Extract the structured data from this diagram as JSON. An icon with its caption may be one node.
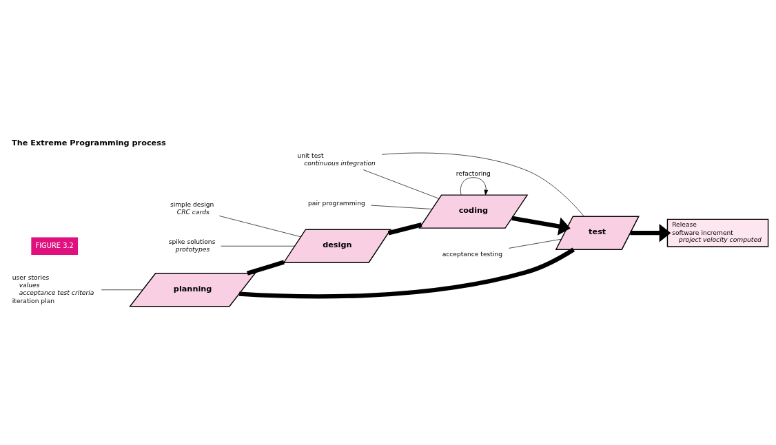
{
  "diagram": {
    "title": "The Extreme Programming process",
    "nodes": [
      {
        "text": [
          "planning"
        ]
      },
      {
        "text": [
          "design"
        ]
      },
      {
        "text": [
          "coding"
        ]
      },
      {
        "text": [
          "test"
        ]
      },
      {
        "text": [
          "Release",
          "software increment",
          "project velocity computed"
        ]
      },
      {
        "text": [
          "user stories",
          "values",
          "acceptance test criteria",
          "iteration plan"
        ]
      },
      {
        "text": [
          "simple design",
          "CRC cards"
        ]
      },
      {
        "text": [
          "spike solutions",
          "prototypes"
        ]
      },
      {
        "text": [
          "pair programming"
        ]
      },
      {
        "text": [
          "unit test",
          "continuous integration"
        ]
      },
      {
        "text": [
          "acceptance testing"
        ]
      }
    ],
    "edges": [
      {
        "from": 0,
        "to": 1,
        "arrow": "none",
        "style": "thick"
      },
      {
        "from": 1,
        "to": 2,
        "arrow": "none",
        "style": "thick"
      },
      {
        "from": 2,
        "to": 3,
        "arrow": "to",
        "style": "thick"
      },
      {
        "from": 3,
        "to": 0,
        "arrow": "none",
        "style": "thick"
      },
      {
        "from": 3,
        "to": 4,
        "arrow": "to",
        "style": "thick"
      },
      {
        "from": 2,
        "to": 2,
        "arrow": "to",
        "label": "refactoring"
      },
      {
        "from": 5,
        "to": 0,
        "arrow": "none"
      },
      {
        "from": 6,
        "to": 1,
        "arrow": "none"
      },
      {
        "from": 7,
        "to": 1,
        "arrow": "none"
      },
      {
        "from": 8,
        "to": 2,
        "arrow": "none"
      },
      {
        "from": 9,
        "to": 3,
        "arrow": "none"
      },
      {
        "from": 9,
        "to": 2,
        "arrow": "none"
      },
      {
        "from": 10,
        "to": 3,
        "arrow": "none"
      }
    ],
    "labels": [
      "FIGURE 3.2"
    ]
  }
}
